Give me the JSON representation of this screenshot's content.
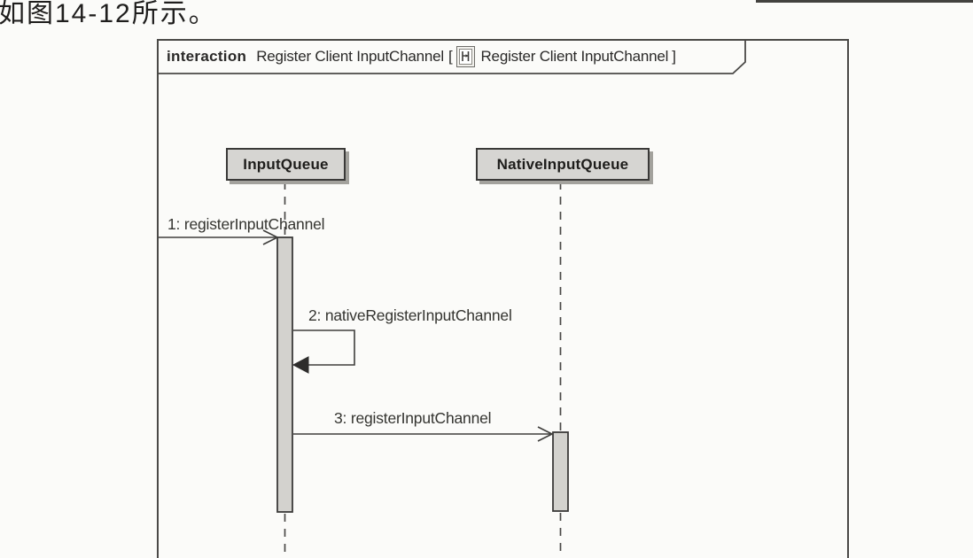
{
  "page": {
    "caption": "如图14-12所示。"
  },
  "diagram": {
    "frame": {
      "keyword": "interaction",
      "name": "Register Client InputChannel",
      "bracket_open": "[",
      "ref_icon": "sequence-diagram-icon",
      "ref_name": "Register Client InputChannel",
      "bracket_close": "]"
    },
    "lifelines": [
      {
        "label": "InputQueue"
      },
      {
        "label": "NativeInputQueue"
      }
    ],
    "messages": [
      {
        "label": "1: registerInputChannel",
        "from": "frame-edge",
        "to": "InputQueue",
        "kind": "async-open-arrow"
      },
      {
        "label": "2: nativeRegisterInputChannel",
        "from": "InputQueue",
        "to": "InputQueue",
        "kind": "self-filled-arrow"
      },
      {
        "label": "3: registerInputChannel",
        "from": "InputQueue",
        "to": "NativeInputQueue",
        "kind": "async-open-arrow"
      }
    ],
    "colors": {
      "page_bg": "#fbfbf9",
      "line": "#454442",
      "box_fill": "#d6d5d2",
      "box_border": "#3a3938",
      "box_shadow": "#a3a29d",
      "activation_fill": "#d3d2ce",
      "text": "#2e2d2b"
    }
  }
}
